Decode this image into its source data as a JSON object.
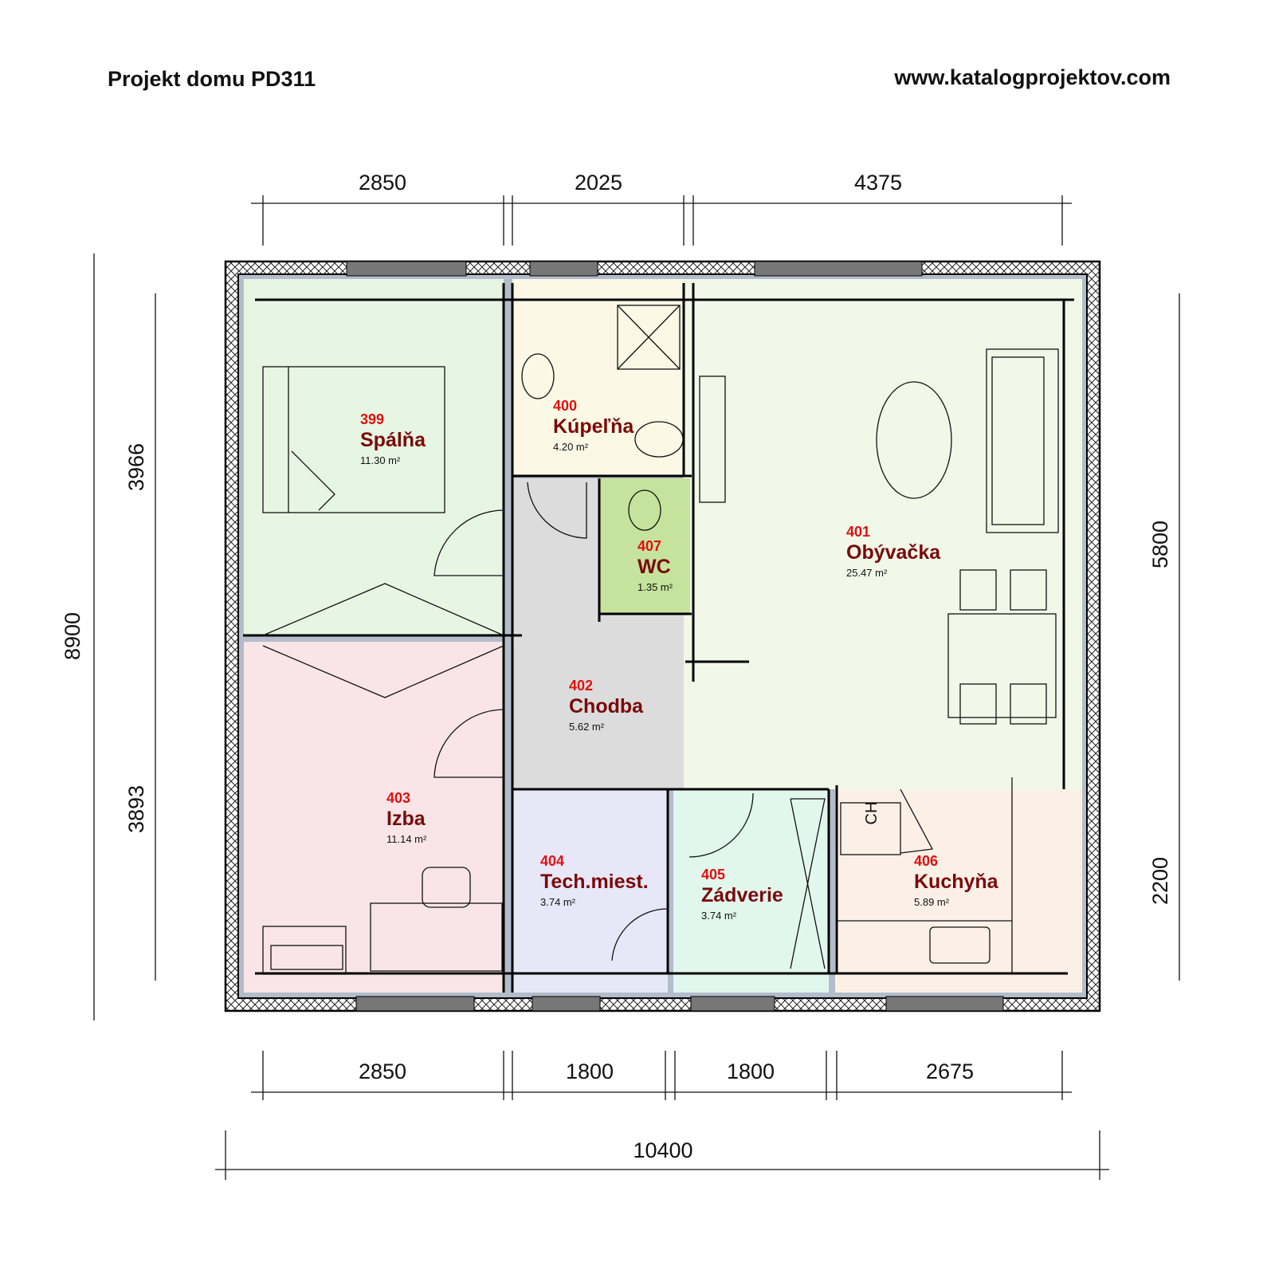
{
  "header": {
    "title": "Projekt domu PD311",
    "website": "www.katalogprojektov.com"
  },
  "dimensions": {
    "top": [
      "2850",
      "2025",
      "4375"
    ],
    "bottom": [
      "2850",
      "1800",
      "1800",
      "2675"
    ],
    "total_width": "10400",
    "left_total": "8900",
    "left": [
      "3966",
      "3893"
    ],
    "right": [
      "5800",
      "2200"
    ]
  },
  "rooms": [
    {
      "id": "399",
      "name": "Spálňa",
      "area": "11.30 m²",
      "color": "#e7f6e3"
    },
    {
      "id": "400",
      "name": "Kúpeľňa",
      "area": "4.20 m²",
      "color": "#fbf8e5"
    },
    {
      "id": "401",
      "name": "Obývačka",
      "area": "25.47 m²",
      "color": "#f1f8e8"
    },
    {
      "id": "402",
      "name": "Chodba",
      "area": "5.62 m²",
      "color": "#dcdcdc"
    },
    {
      "id": "403",
      "name": "Izba",
      "area": "11.14 m²",
      "color": "#f9e5e7"
    },
    {
      "id": "404",
      "name": "Tech.miest.",
      "area": "3.74 m²",
      "color": "#e7e7f8"
    },
    {
      "id": "405",
      "name": "Zádverie",
      "area": "3.74 m²",
      "color": "#e1f7ee"
    },
    {
      "id": "406",
      "name": "Kuchyňa",
      "area": "5.89 m²",
      "color": "#fbf0e6"
    },
    {
      "id": "407",
      "name": "WC",
      "area": "1.35 m²",
      "color": "#c5e39c"
    }
  ],
  "labels": {
    "boiler": "CH"
  }
}
